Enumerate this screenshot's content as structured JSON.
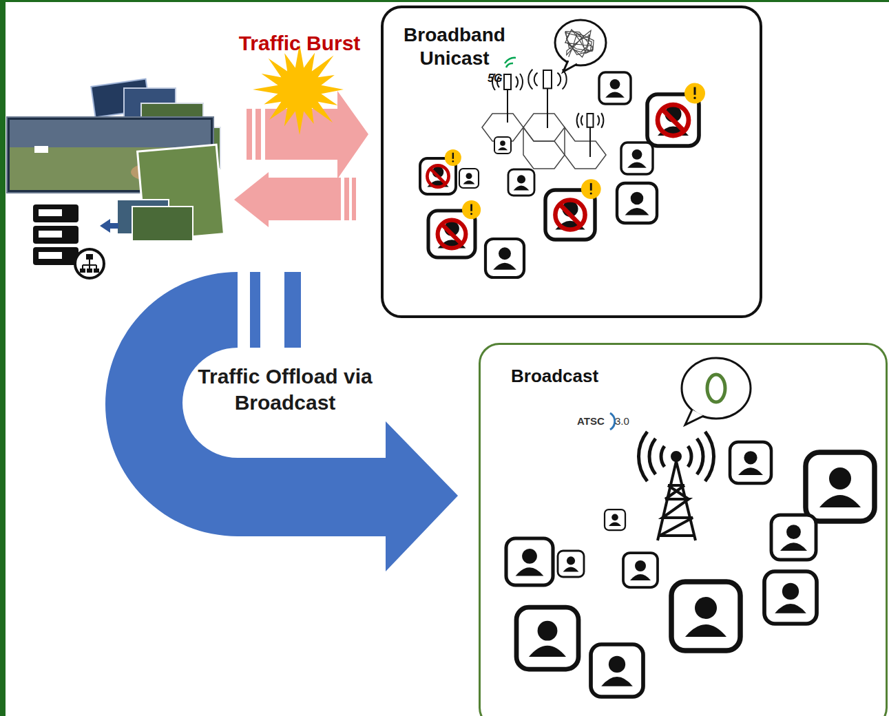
{
  "diagram": {
    "nodes": [
      {
        "text": [
          "Broadband Unicast"
        ]
      },
      {
        "text": [
          "Broadcast"
        ]
      }
    ],
    "labels": [
      "Traffic Burst",
      "5G",
      "Traffic Offload via Broadcast",
      "ATSC",
      "3.0"
    ]
  }
}
